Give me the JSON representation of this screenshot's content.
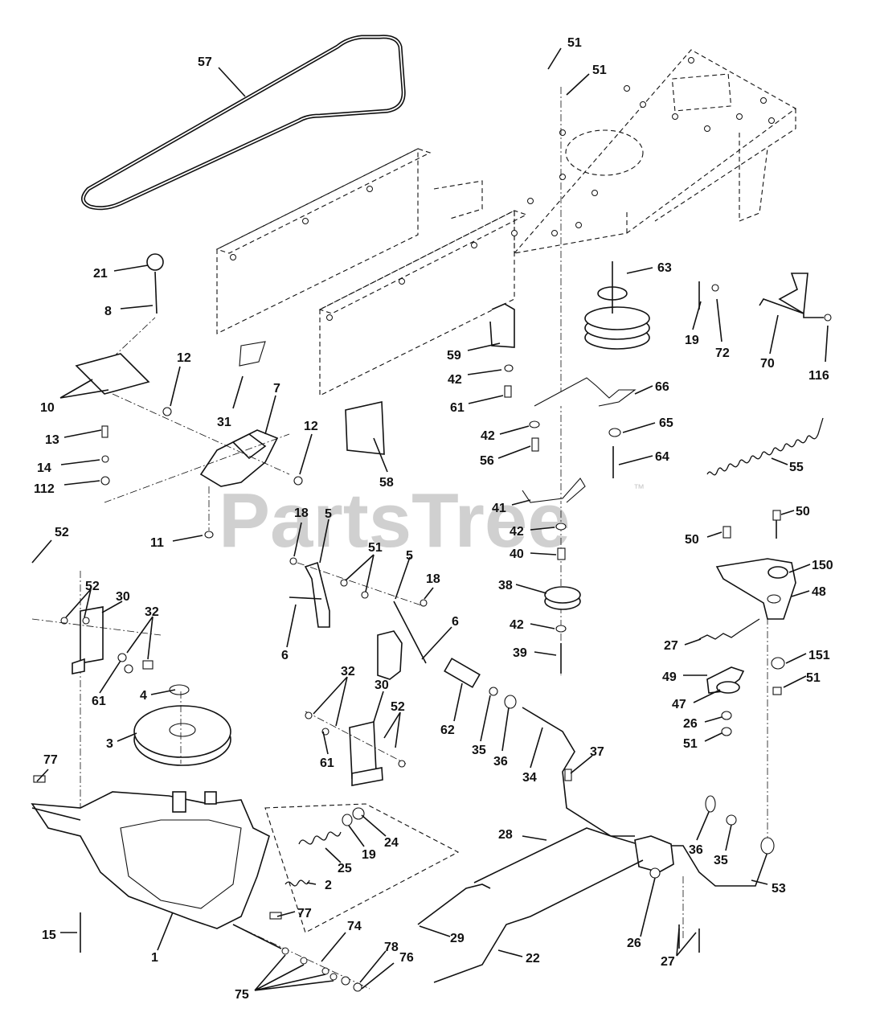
{
  "watermark": {
    "text": "PartsTree",
    "trademark": "™"
  },
  "callouts": {
    "c57": "57",
    "c51a": "51",
    "c51b": "51",
    "c21": "21",
    "c8": "8",
    "c63": "63",
    "c19a": "19",
    "c72": "72",
    "c70": "70",
    "c116": "116",
    "c10": "10",
    "c12a": "12",
    "c31": "31",
    "c7": "7",
    "c59": "59",
    "c42a": "42",
    "c61a": "61",
    "c66": "66",
    "c13": "13",
    "c14": "14",
    "c112": "112",
    "c12b": "12",
    "c58": "58",
    "c42b": "42",
    "c56": "56",
    "c65": "65",
    "c64": "64",
    "c55": "55",
    "c41": "41",
    "c42c": "42",
    "c40": "40",
    "c38": "38",
    "c42d": "42",
    "c39": "39",
    "c52a": "52",
    "c11": "11",
    "c18a": "18",
    "c5a": "5",
    "c51c": "51",
    "c5b": "5",
    "c18b": "18",
    "c6a": "6",
    "c6b": "6",
    "c50a": "50",
    "c50b": "50",
    "c150": "150",
    "c48": "48",
    "c27a": "27",
    "c151": "151",
    "c49": "49",
    "c51d": "51",
    "c47": "47",
    "c26a": "26",
    "c51e": "51",
    "c52b": "52",
    "c30a": "30",
    "c32a": "32",
    "c61b": "61",
    "c4": "4",
    "c3": "3",
    "c32b": "32",
    "c30b": "30",
    "c52c": "52",
    "c61c": "61",
    "c62": "62",
    "c35a": "35",
    "c36a": "36",
    "c34": "34",
    "c37": "37",
    "c77a": "77",
    "c28": "28",
    "c24": "24",
    "c19b": "19",
    "c25": "25",
    "c2": "2",
    "c36b": "36",
    "c35b": "35",
    "c53": "53",
    "c77b": "77",
    "c15": "15",
    "c1": "1",
    "c74": "74",
    "c29": "29",
    "c78": "78",
    "c76": "76",
    "c22": "22",
    "c26b": "26",
    "c27b": "27",
    "c75": "75"
  }
}
